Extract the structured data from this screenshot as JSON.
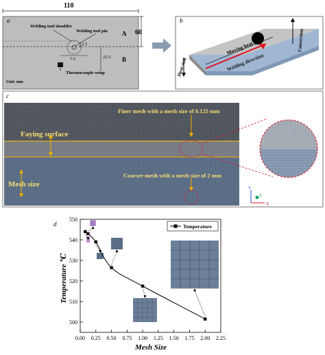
{
  "panel_a": {
    "label": "a",
    "width_dim": "110",
    "height_dim": "60",
    "region_a": "A",
    "region_b": "B",
    "shoulder": "Welding tool shoulder",
    "pin": "Welding tool pin",
    "dim_2_5": "2.5",
    "dim_7_5": "7.5",
    "dim_22_5": "22.5",
    "thermocouple": "Thermocouple setup",
    "unit": "Unit: mm"
  },
  "panel_b": {
    "label": "b",
    "heat_flux": "Moving heat flux",
    "welding_direction": "Welding direction",
    "heat_sink": "Heat sink",
    "convection": "Convection"
  },
  "panel_c": {
    "label": "c",
    "finer_mesh": "Finer mesh with a mesh size of 0.125 mm",
    "faying_surface": "Faying surface",
    "coarser_mesh": "Coarser mesh with a mesh size of 2 mm",
    "mesh_size": "Mesh size",
    "axis_y": "Y",
    "axis_z": "Z",
    "axis_x": "X"
  },
  "panel_d": {
    "label": "d",
    "legend": "Temperature"
  },
  "colors": {
    "plate_gray": "#b9b9b9",
    "mesh_dark": "#4b4f57",
    "mesh_blue": "#5a6e86",
    "faying_line": "#f0b000",
    "guide_red": "#e01020",
    "arrow_gray": "#8a9bb0",
    "marker": "#000000"
  },
  "chart_data": {
    "type": "line",
    "title": "",
    "xlabel": "Mesh Size",
    "ylabel": "Temperature ℃",
    "xlim": [
      0,
      2.25
    ],
    "ylim": [
      495,
      550
    ],
    "xticks": [
      "0.00",
      "0.25",
      "0.50",
      "0.75",
      "1.00",
      "1.25",
      "1.50",
      "1.75",
      "2.00",
      "2.25"
    ],
    "yticks": [
      "500",
      "510",
      "520",
      "530",
      "540",
      "550"
    ],
    "series": [
      {
        "name": "Temperature",
        "x": [
          0.08,
          0.125,
          0.25,
          0.5,
          1.0,
          2.0
        ],
        "y": [
          544,
          543,
          539,
          526.5,
          517.5,
          501.5
        ]
      }
    ]
  }
}
